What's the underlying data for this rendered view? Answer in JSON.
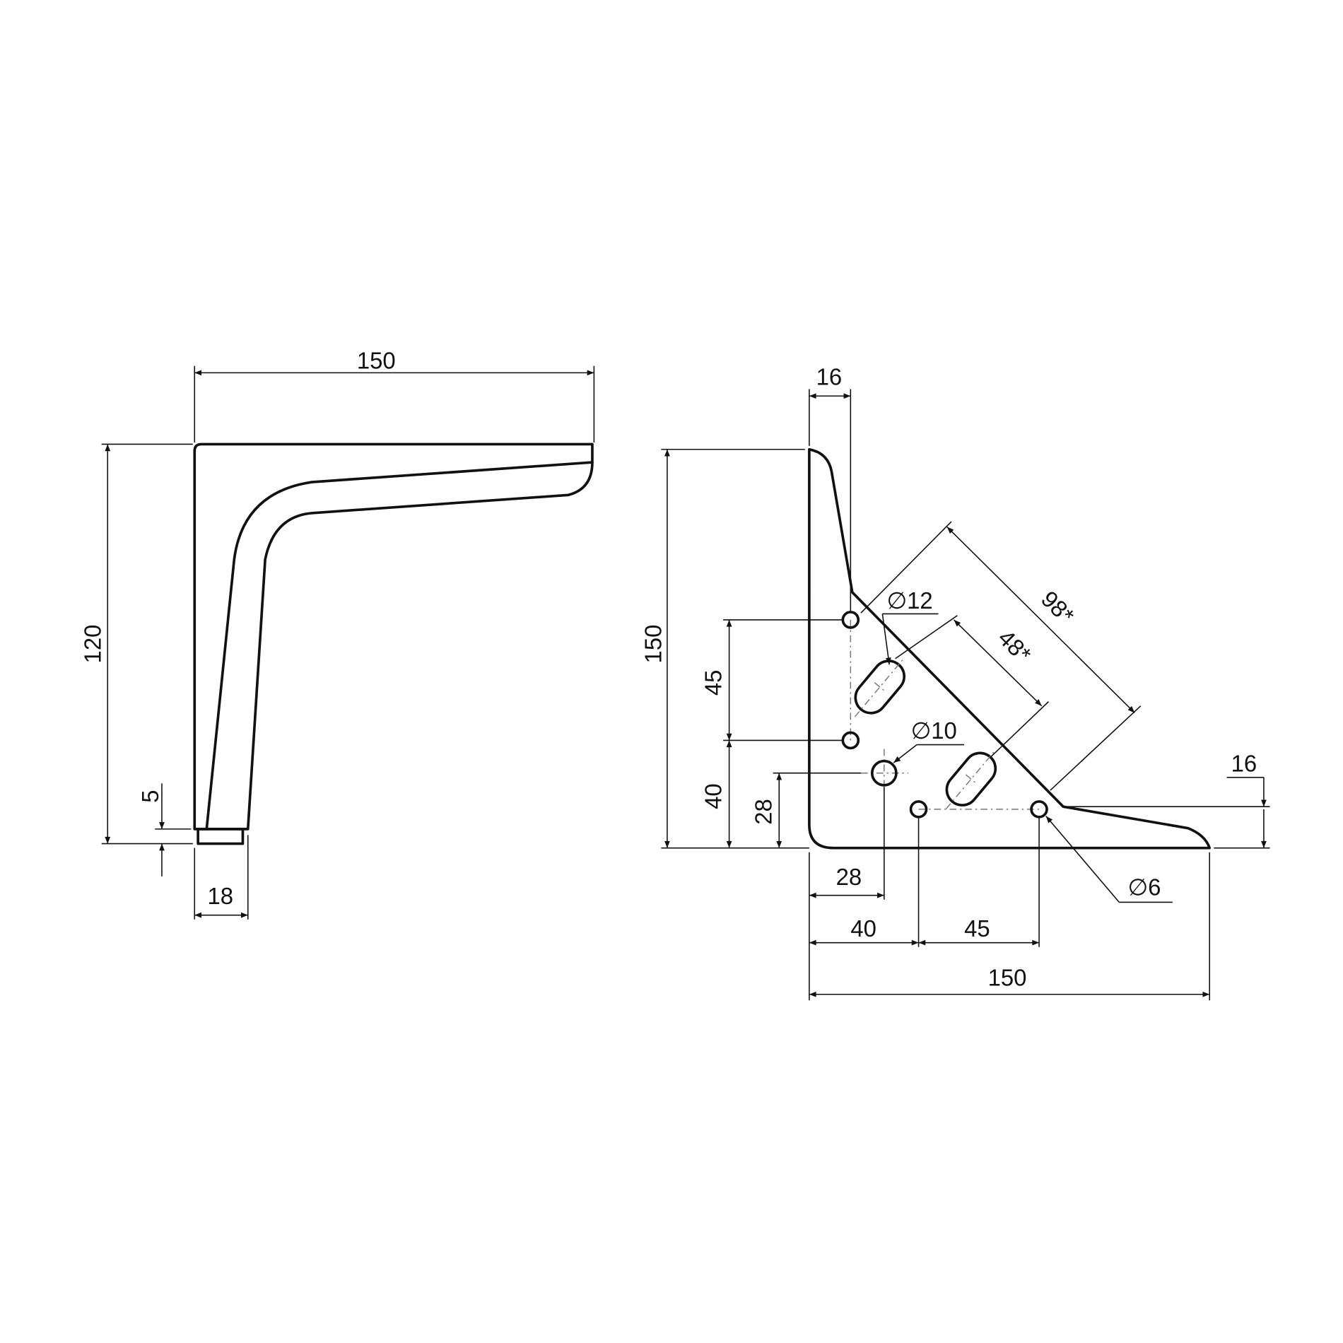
{
  "side_view": {
    "width_label": "150",
    "height_label": "120",
    "foot_height_label": "5",
    "foot_width_label": "18"
  },
  "front_view": {
    "height_label": "150",
    "top_width_label": "16",
    "hole_spacing_vertical_label": "45",
    "hole_offset_vertical_label": "40",
    "large_hole_height_label": "28",
    "large_hole_offset_label": "28",
    "hole_offset_horizontal_label": "40",
    "hole_spacing_horizontal_label": "45",
    "total_width_label": "150",
    "right_height_label": "16",
    "diagonal_outer_label": "98*",
    "diagonal_inner_label": "48*",
    "slot_diameter_label": "∅12",
    "large_hole_diameter_label": "∅10",
    "small_hole_diameter_label": "∅6"
  }
}
